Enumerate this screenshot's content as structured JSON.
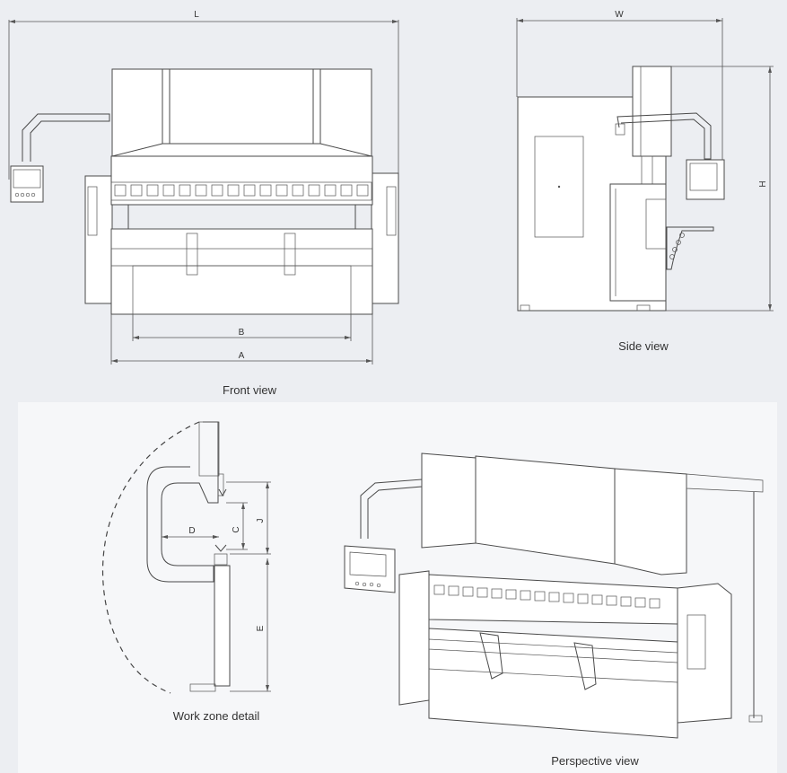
{
  "views": {
    "front": {
      "caption": "Front view",
      "dims": {
        "L": "L",
        "A": "A",
        "B": "B"
      }
    },
    "side": {
      "caption": "Side view",
      "dims": {
        "W": "W",
        "H": "H"
      }
    },
    "work_zone": {
      "caption": "Work zone detail",
      "dims": {
        "C": "C",
        "D": "D",
        "E": "E",
        "J": "J"
      }
    },
    "perspective": {
      "caption": "Perspective view"
    }
  },
  "colors": {
    "background": "#eceef2",
    "panel": "#f5f6f8",
    "line": "#4a4a4a"
  }
}
